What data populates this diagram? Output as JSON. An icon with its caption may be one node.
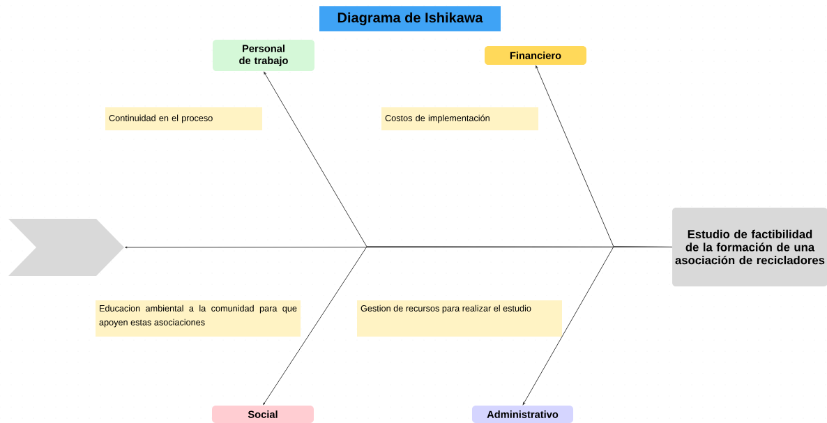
{
  "diagram": {
    "title": "Diagrama de Ishikawa",
    "nodes": [
      {
        "text": [
          "Personal de trabajo"
        ]
      },
      {
        "text": [
          "Financiero"
        ]
      },
      {
        "text": [
          "Continuidad en el proceso"
        ]
      },
      {
        "text": [
          "Costos de implementación"
        ]
      },
      {
        "text": [],
        "shape": "chevron"
      },
      {
        "text": [
          "Estudio de factibilidad de la formación de una asociación de recicladores"
        ]
      },
      {
        "text": [
          "Educacion ambiental a la comunidad para que apoyen estas asociaciones"
        ]
      },
      {
        "text": [
          "Gestion de recursos para realizar el estudio"
        ]
      },
      {
        "text": [
          "Social"
        ]
      },
      {
        "text": [
          "Administrativo"
        ]
      }
    ],
    "edges": [
      {
        "from": 5,
        "to": 4,
        "arrow": "to"
      },
      {
        "from": 5,
        "to": 0,
        "arrow": "to"
      },
      {
        "from": 5,
        "to": 8,
        "arrow": "to"
      },
      {
        "from": 5,
        "to": 1,
        "arrow": "to"
      },
      {
        "from": 5,
        "to": 9,
        "arrow": "to"
      }
    ]
  }
}
